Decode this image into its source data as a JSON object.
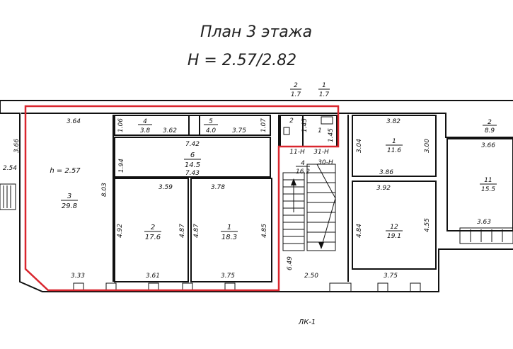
{
  "title": "План 3 этажа",
  "height_label": "H = 2.57/2.82",
  "top_refs": [
    {
      "num": "2",
      "den": "1.7"
    },
    {
      "num": "1",
      "den": "1.7"
    }
  ],
  "room_height": "h = 2.57",
  "rooms": [
    {
      "id": "r3",
      "num": "3",
      "area": "29.8"
    },
    {
      "id": "r2",
      "num": "2",
      "area": "17.6"
    },
    {
      "id": "r1",
      "num": "1",
      "area": "18.3"
    },
    {
      "id": "r4",
      "num": "4",
      "area": "3.8"
    },
    {
      "id": "r5",
      "num": "5",
      "area": "4.0"
    },
    {
      "id": "r6",
      "num": "6",
      "area": "14.5"
    },
    {
      "id": "wc2",
      "num": "2",
      "area": ""
    },
    {
      "id": "wc1",
      "num": "1",
      "area": ""
    },
    {
      "id": "stair4",
      "num": "4",
      "area": "16.2"
    },
    {
      "id": "e1",
      "num": "1",
      "area": "11.6"
    },
    {
      "id": "e12",
      "num": "12",
      "area": "19.1"
    },
    {
      "id": "e11",
      "num": "11",
      "area": "15.5"
    },
    {
      "id": "e2",
      "num": "2",
      "area": "8.9"
    }
  ],
  "stair_labels": {
    "a": "11-Н",
    "b": "31-Н",
    "c": "30-Н"
  },
  "dims": {
    "d364": "3.64",
    "d366": "3.66",
    "d254": "2.54",
    "d803": "8.03",
    "d333": "3.33",
    "d361": "3.61",
    "d375a": "3.75",
    "d106": "1.06",
    "d362": "3.62",
    "d375b": "3.75",
    "d107": "1.07",
    "d742": "7.42",
    "d743": "7.43",
    "d194": "1.94",
    "d359": "3.59",
    "d378": "3.78",
    "d492": "4.92",
    "d487a": "4.87",
    "d487b": "4.87",
    "d485": "4.85",
    "d145a": "1.45",
    "d145b": "1.45",
    "d649": "6.49",
    "d250": "2.50",
    "d382": "3.82",
    "d304": "3.04",
    "d300": "3.00",
    "d386": "3.86",
    "d392": "3.92",
    "d484": "4.84",
    "d455": "4.55",
    "d375c": "3.75",
    "d366b": "3.66",
    "d363": "3.63"
  },
  "bottom_label": "ЛК-1",
  "colors": {
    "highlight": "#d9262e",
    "walls": "#111111"
  }
}
